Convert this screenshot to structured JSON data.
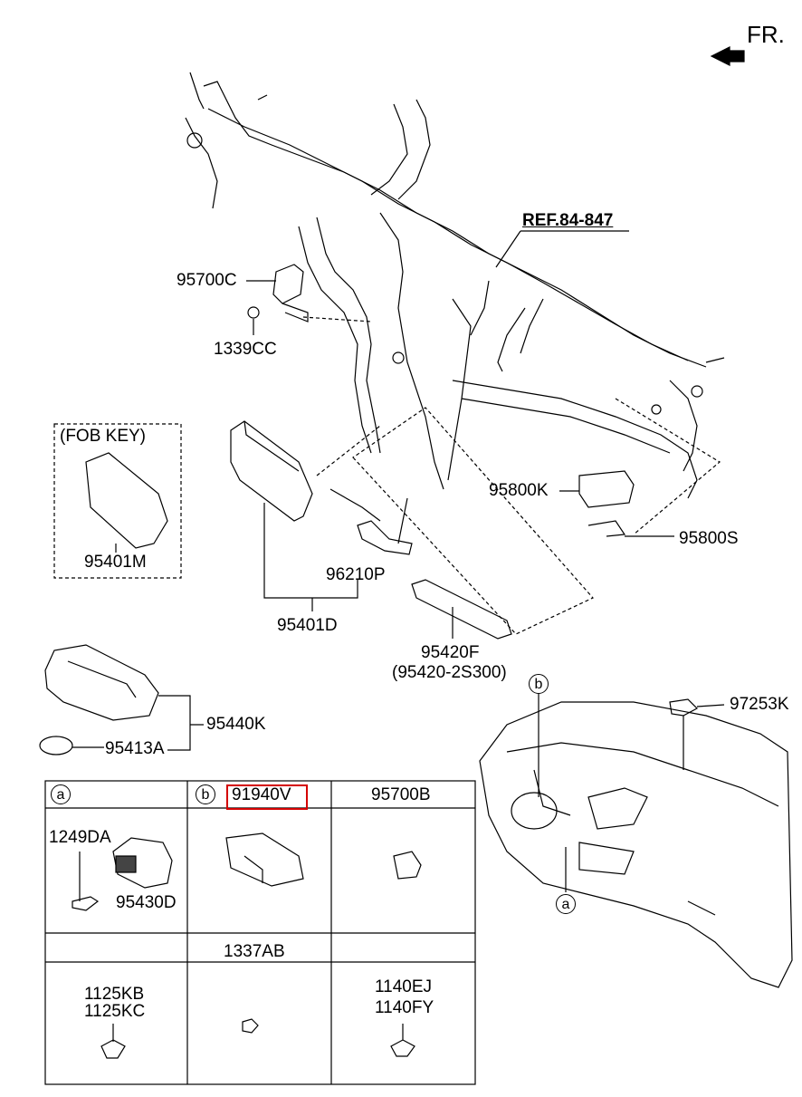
{
  "direction": {
    "label": "FR."
  },
  "reference": {
    "label": "REF.84-847"
  },
  "parts": {
    "p95700C": "95700C",
    "p1339CC": "1339CC",
    "fob_key_title": "(FOB KEY)",
    "p95401M": "95401M",
    "p95401D": "95401D",
    "p96210P": "96210P",
    "p95800K": "95800K",
    "p95800S": "95800S",
    "p95420F": "95420F",
    "p95420F_alt": "(95420-2S300)",
    "p95440K": "95440K",
    "p95413A": "95413A",
    "p97253K": "97253K"
  },
  "callouts": {
    "a": "a",
    "b": "b"
  },
  "table": {
    "cell_a": {
      "tag": "a",
      "labels": [
        "1249DA",
        "95430D"
      ]
    },
    "cell_b": {
      "tag": "b",
      "label": "91940V"
    },
    "cell_c": {
      "label": "95700B"
    },
    "cell_d": {
      "labels": [
        "1125KB",
        "1125KC"
      ]
    },
    "cell_e": {
      "label": "1337AB"
    },
    "cell_f": {
      "labels": [
        "1140EJ",
        "1140FY"
      ]
    }
  },
  "colors": {
    "highlight": "#d40000",
    "line": "#000000"
  }
}
